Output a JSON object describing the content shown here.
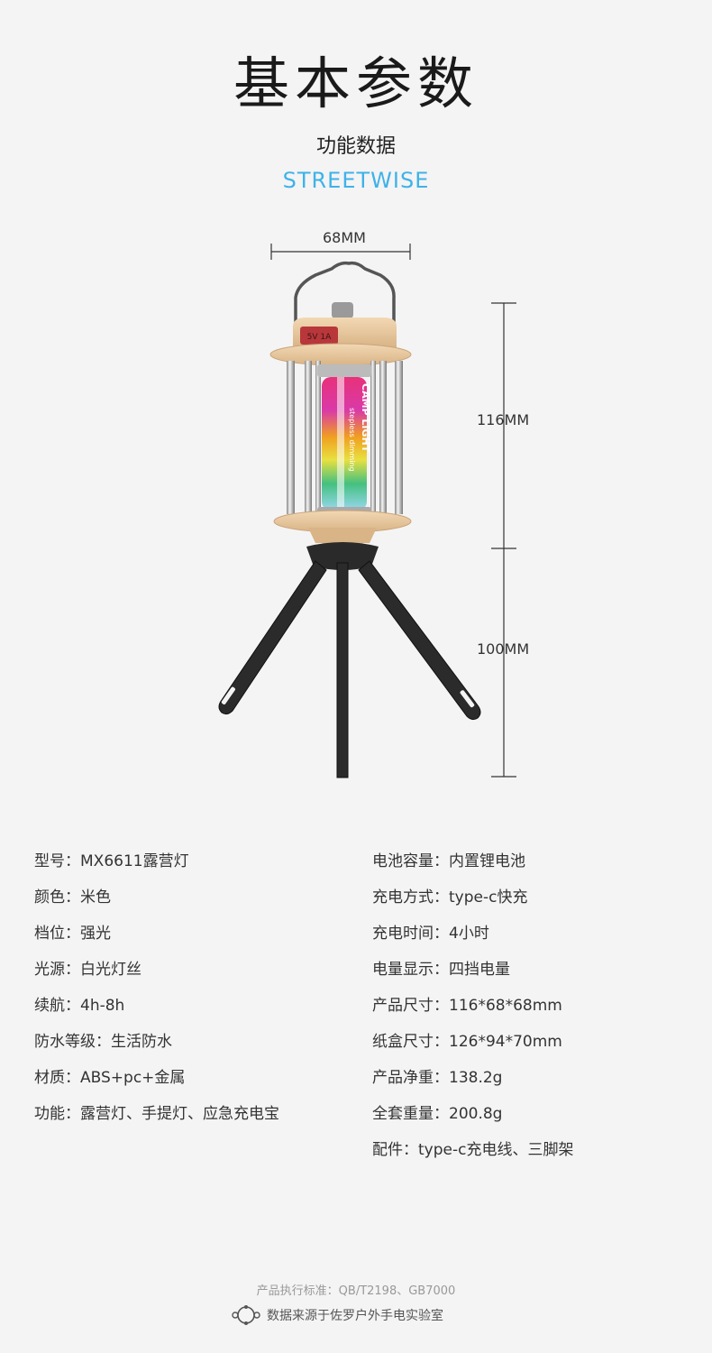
{
  "header": {
    "title": "基本参数",
    "subtitle": "功能数据",
    "brand": "STREETWISE"
  },
  "product_image": {
    "cap_label": "5V 1A",
    "tube_text_1": "CAMP LIGHT",
    "tube_text_2": "stepless dimming"
  },
  "dimensions": {
    "width_label": "68MM",
    "lamp_height_label": "116MM",
    "tripod_height_label": "100MM"
  },
  "specs_left": [
    {
      "label": "型号",
      "value": "MX6611露营灯"
    },
    {
      "label": "颜色",
      "value": "米色"
    },
    {
      "label": "档位",
      "value": "强光"
    },
    {
      "label": "光源",
      "value": "白光灯丝"
    },
    {
      "label": "续航",
      "value": "4h-8h"
    },
    {
      "label": "防水等级",
      "value": "生活防水"
    },
    {
      "label": "材质",
      "value": "ABS+pc+金属"
    },
    {
      "label": "功能",
      "value": "露营灯、手提灯、应急充电宝"
    }
  ],
  "specs_right": [
    {
      "label": "电池容量",
      "value": "内置锂电池"
    },
    {
      "label": "充电方式",
      "value": "type-c快充"
    },
    {
      "label": "充电时间",
      "value": "4小时"
    },
    {
      "label": "电量显示",
      "value": "四挡电量"
    },
    {
      "label": "产品尺寸",
      "value": "116*68*68mm"
    },
    {
      "label": "纸盒尺寸",
      "value": "126*94*70mm"
    },
    {
      "label": "产品净重",
      "value": "138.2g"
    },
    {
      "label": "全套重量",
      "value": "200.8g"
    },
    {
      "label": "配件",
      "value": "type-c充电线、三脚架"
    }
  ],
  "footer": {
    "standard": "产品执行标准：QB/T2198、GB7000",
    "source": "数据来源于佐罗户外手电实验室"
  },
  "colors": {
    "brand": "#3fb2e9",
    "lamp_beige": "#e8c9a0",
    "background": "#f4f4f4"
  }
}
